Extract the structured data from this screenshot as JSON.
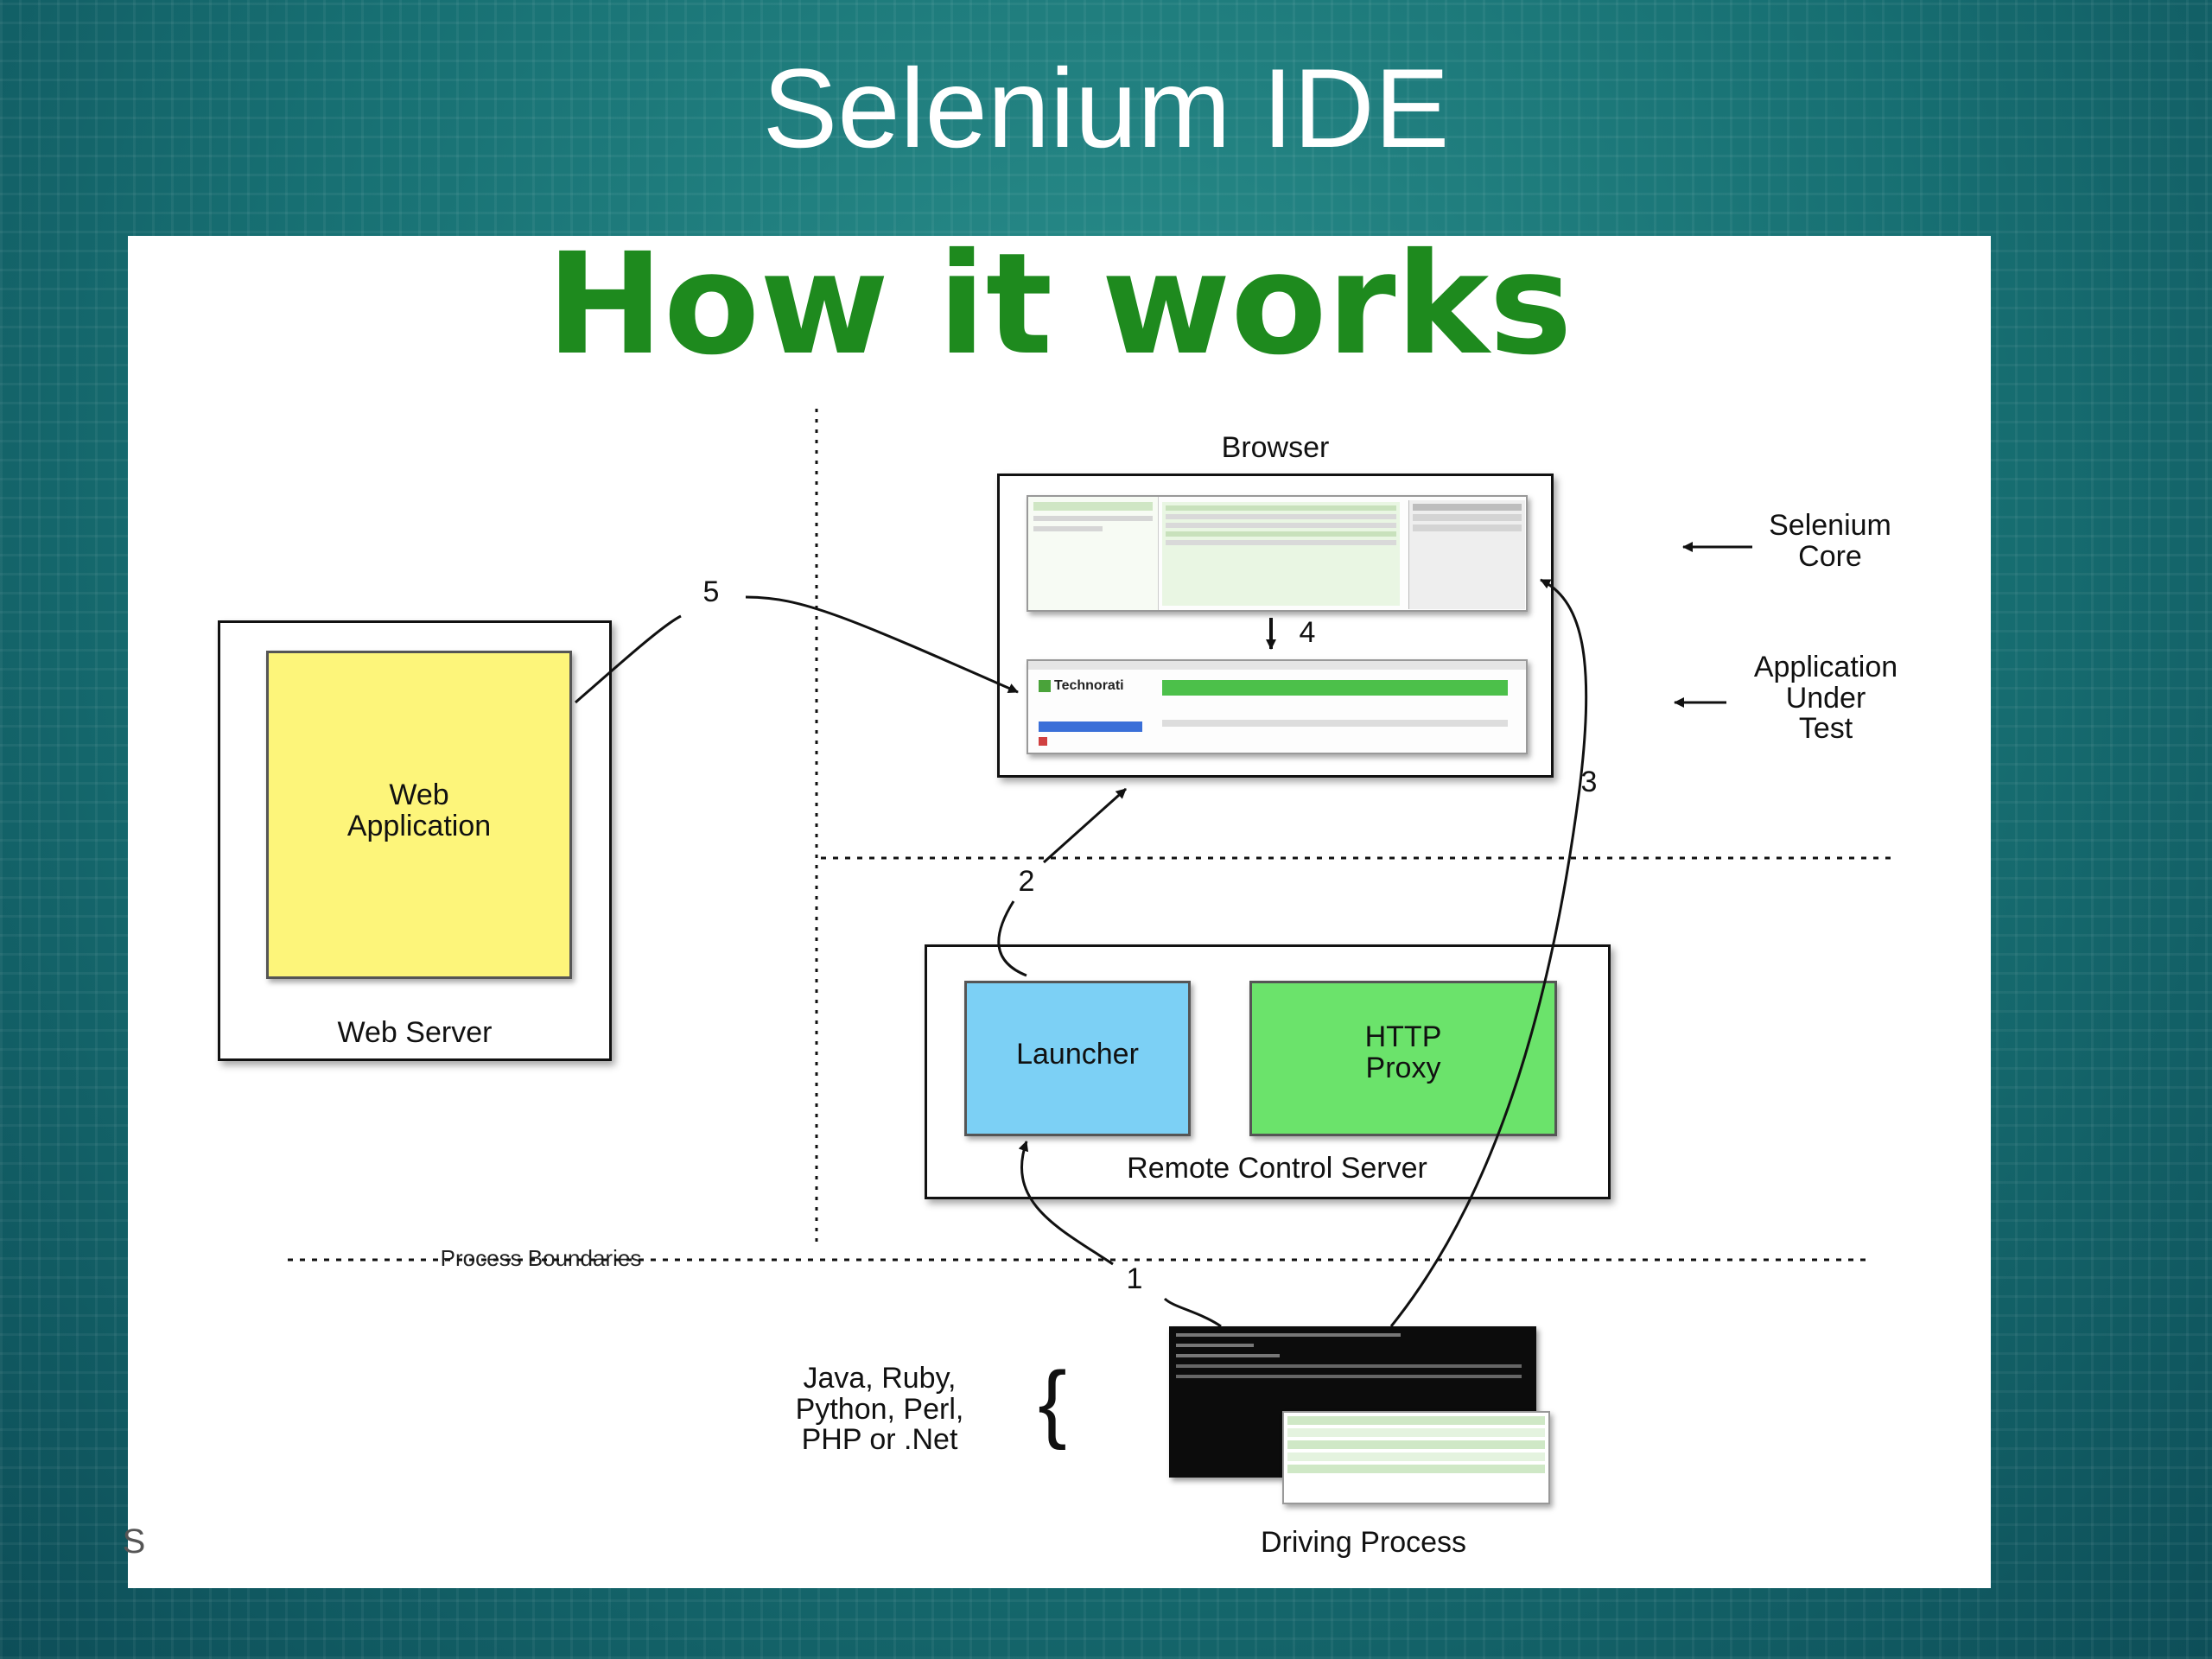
{
  "slide_title": "Selenium IDE",
  "panel_title": "How it works",
  "diagram": {
    "browser_label": "Browser",
    "selenium_core_label": "Selenium\nCore",
    "app_under_test_label": "Application\nUnder\nTest",
    "web_application_label": "Web\nApplication",
    "web_server_label": "Web Server",
    "launcher_label": "Launcher",
    "http_proxy_label": "HTTP\nProxy",
    "remote_control_server_label": "Remote Control Server",
    "process_boundaries_label": "Process Boundaries",
    "languages_label": "Java, Ruby,\nPython, Perl,\nPHP or .Net",
    "brace_glyph": "{",
    "driving_process_label": "Driving Process",
    "edge_labels": [
      "1",
      "2",
      "3",
      "4",
      "5"
    ],
    "technorati_text": "Technorati",
    "corner_glyph": "S"
  },
  "colors": {
    "title_green": "#1e8a1e",
    "web_app_fill": "#fdf57a",
    "launcher_fill": "#7cd0f5",
    "proxy_fill": "#6be36b"
  }
}
